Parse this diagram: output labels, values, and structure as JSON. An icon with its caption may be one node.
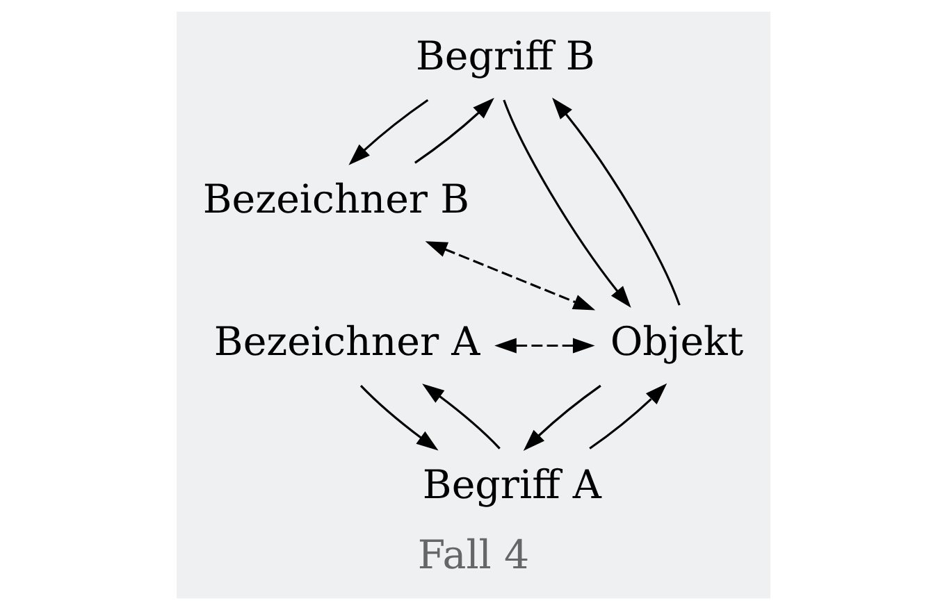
{
  "diagram": {
    "caption": "Fall 4",
    "nodes": [
      {
        "text": [
          "Begriff B"
        ]
      },
      {
        "text": [
          "Begriff A"
        ]
      },
      {
        "text": [
          "Bezeichner B"
        ]
      },
      {
        "text": [
          "Bezeichner A"
        ]
      },
      {
        "text": [
          "Objekt"
        ]
      }
    ],
    "edges": [
      {
        "from": 0,
        "to": 2,
        "arrow": "to"
      },
      {
        "from": 2,
        "to": 0,
        "arrow": "to"
      },
      {
        "from": 1,
        "to": 3,
        "arrow": "to"
      },
      {
        "from": 3,
        "to": 1,
        "arrow": "to"
      },
      {
        "from": 4,
        "to": 1,
        "arrow": "to"
      },
      {
        "from": 1,
        "to": 4,
        "arrow": "to"
      },
      {
        "from": 4,
        "to": 0,
        "arrow": "to"
      },
      {
        "from": 0,
        "to": 4,
        "arrow": "to"
      },
      {
        "from": 2,
        "to": 4,
        "arrow": "both",
        "style": "dashed"
      },
      {
        "from": 3,
        "to": 4,
        "arrow": "both",
        "style": "dashed"
      }
    ]
  }
}
